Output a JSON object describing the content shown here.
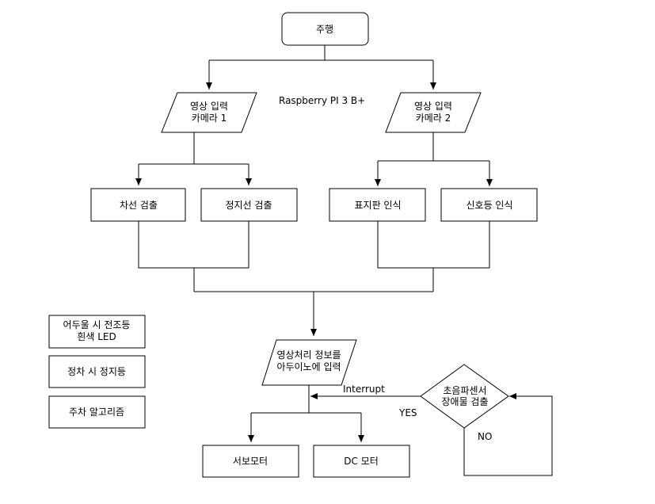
{
  "nodes": {
    "start": "주행",
    "cam1_line1": "영상 입력",
    "cam1_line2": "카메라 1",
    "cam2_line1": "영상 입력",
    "cam2_line2": "카메라 2",
    "board": "Raspberry PI 3 B+",
    "lane": "차선 검출",
    "stopline": "정지선 검출",
    "sign": "표지판 인식",
    "light": "신호등 인식",
    "proc_line1": "영상처리 정보를",
    "proc_line2": "아두이노에 입력",
    "sonic_line1": "초음파센서",
    "sonic_line2": "장애물 검출",
    "servo": "서보모터",
    "dc": "DC 모터",
    "yes": "YES",
    "no": "NO",
    "interrupt": "Interrupt"
  },
  "notes": {
    "led_line1": "어두울 시 전조등",
    "led_line2": "흰색 LED",
    "brake": "정차 시 정지등",
    "parking": "주차 알고리즘"
  }
}
